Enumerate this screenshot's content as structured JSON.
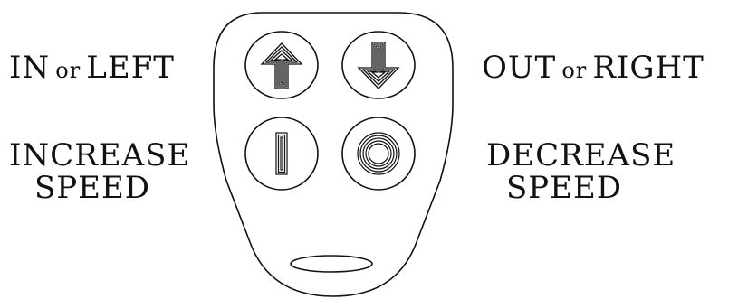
{
  "labels": {
    "in_left": {
      "main1": "IN",
      "joiner": "or",
      "main2": "LEFT"
    },
    "out_right": {
      "main1": "OUT",
      "joiner": "or",
      "main2": "RIGHT"
    },
    "increase": {
      "line1": "INCREASE",
      "line2": "SPEED"
    },
    "decrease": {
      "line1": "DECREASE",
      "line2": "SPEED"
    }
  },
  "buttons": [
    {
      "icon": "up-arrow-icon"
    },
    {
      "icon": "down-arrow-icon"
    },
    {
      "icon": "bar-icon"
    },
    {
      "icon": "ring-icon"
    }
  ],
  "colors": {
    "line": "#111111",
    "background": "#ffffff"
  }
}
